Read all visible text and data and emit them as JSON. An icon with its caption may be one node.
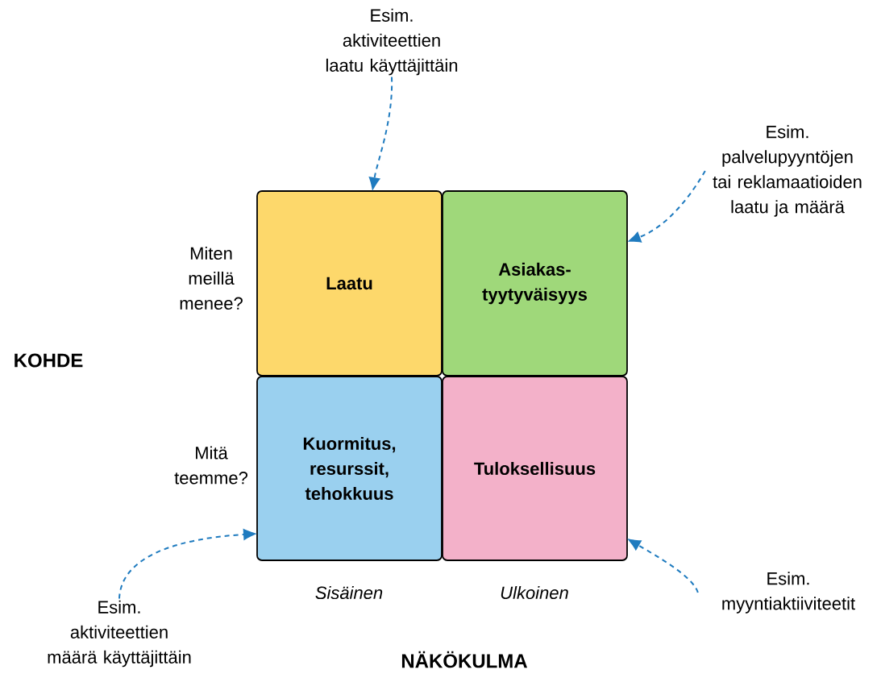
{
  "diagram": {
    "nodes": [
      {
        "text": [
          "Laatu"
        ]
      },
      {
        "text": [
          "Asiakas-tyytyväisyys"
        ]
      },
      {
        "text": [
          "Kuormitus, resurssit, tehokkuus"
        ]
      },
      {
        "text": [
          "Tuloksellisuus"
        ]
      },
      {
        "text": [
          "Esim.",
          "aktiviteettien laatu käyttäjittäin"
        ]
      },
      {
        "text": [
          "Esim.",
          "palvelupyyntöjen tai reklamaatioiden laatu ja määrä"
        ]
      },
      {
        "text": [
          "Esim.",
          "aktiviteettien määrä käyttäjittäin"
        ]
      },
      {
        "text": [
          "Esim.",
          "myyntiaktiiviteetit"
        ]
      }
    ],
    "edges": [
      {
        "from": 4,
        "to": 0,
        "arrow": "to",
        "style": "dashed",
        "color": "#1f7bbf"
      },
      {
        "from": 5,
        "to": 1,
        "arrow": "to",
        "style": "dashed",
        "color": "#1f7bbf"
      },
      {
        "from": 6,
        "to": 2,
        "arrow": "to",
        "style": "dashed",
        "color": "#1f7bbf"
      },
      {
        "from": 7,
        "to": 3,
        "arrow": "to",
        "style": "dashed",
        "color": "#1f7bbf"
      }
    ],
    "labels": [
      "Miten meillä menee?",
      "KOHDE",
      "Mitä teemme?",
      "Sisäinen",
      "Ulkoinen",
      "NÄKÖKULMA"
    ]
  }
}
